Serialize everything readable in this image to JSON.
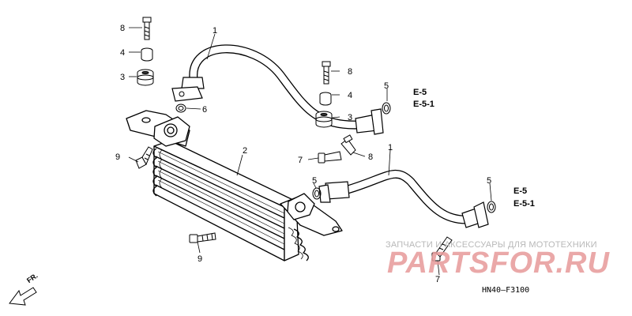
{
  "callouts": {
    "hose_top": "1",
    "hose_bottom": "1",
    "cooler": "2",
    "rubber_a": "3",
    "rubber_b": "3",
    "collar_a": "4",
    "collar_b": "4",
    "oring_a": "5",
    "oring_b": "5",
    "oring_c": "5",
    "seal_a": "6",
    "bolt7_a": "7",
    "bolt7_b": "7",
    "bolt8_a": "8",
    "bolt8_b": "8",
    "bolt8_c": "8",
    "bolt9_a": "9",
    "bolt9_b": "9"
  },
  "references": {
    "ref_top_a": "E-5",
    "ref_top_b": "E-5-1",
    "ref_bottom_a": "E-5",
    "ref_bottom_b": "E-5-1"
  },
  "diagram_code": "HN40—F3100",
  "direction_label": "FR.",
  "watermark": {
    "subtitle": "ЗАПЧАСТИ И АКСЕССУАРЫ ДЛЯ МОТОТЕХНИКИ",
    "brand": "PARTSFOR.RU"
  }
}
